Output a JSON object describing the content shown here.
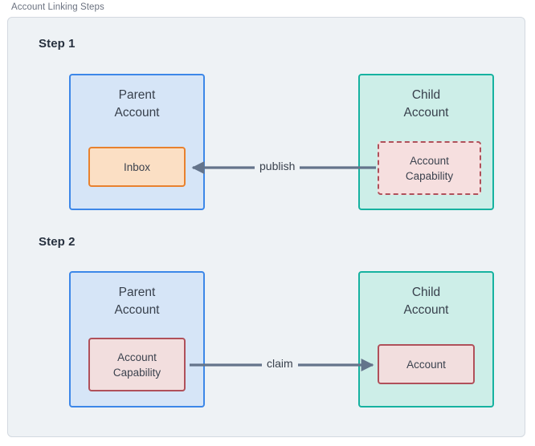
{
  "frame": {
    "caption": "Account Linking Steps",
    "border_color": "#d3d9e0",
    "background": "#eef2f5"
  },
  "steps": [
    {
      "label": "Step 1",
      "left_box": {
        "title": "Parent\nAccount",
        "border_color": "#3c87e8",
        "fill_color": "#d6e5f7",
        "node": {
          "label": "Inbox",
          "border_color": "#e8812e",
          "fill_color": "#fbdfc4",
          "border_style": "solid"
        }
      },
      "right_box": {
        "title": "Child\nAccount",
        "border_color": "#16b2a0",
        "fill_color": "#cdeee8",
        "node": {
          "label": "Account\nCapability",
          "border_color": "#b0505a",
          "fill_color": "#f6dfdf",
          "border_style": "dashed"
        }
      },
      "edge": {
        "label": "publish",
        "direction": "right-to-left",
        "color": "#64748b"
      }
    },
    {
      "label": "Step 2",
      "left_box": {
        "title": "Parent\nAccount",
        "border_color": "#3c87e8",
        "fill_color": "#d6e5f7",
        "node": {
          "label": "Account\nCapability",
          "border_color": "#b0505a",
          "fill_color": "#f2dede",
          "border_style": "solid"
        }
      },
      "right_box": {
        "title": "Child\nAccount",
        "border_color": "#16b2a0",
        "fill_color": "#cdeee8",
        "node": {
          "label": "Account",
          "border_color": "#b0505a",
          "fill_color": "#f2dede",
          "border_style": "solid"
        }
      },
      "edge": {
        "label": "claim",
        "direction": "left-to-right",
        "color": "#64748b"
      }
    }
  ]
}
